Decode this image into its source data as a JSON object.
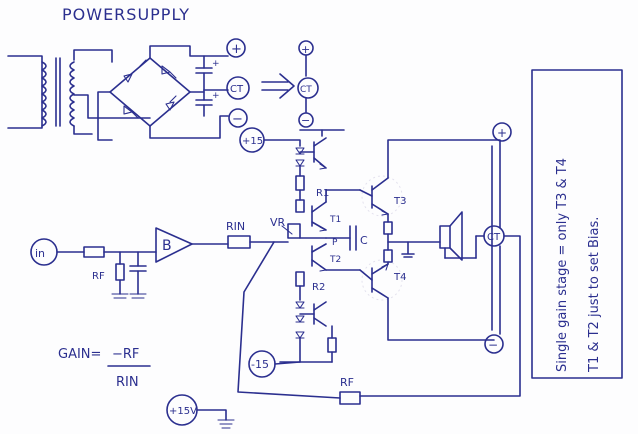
{
  "title": "POWERSUPPLY",
  "labels": {
    "plus": "+",
    "minus": "−",
    "ct": "CT",
    "plus15": "+15",
    "minus15": "-15",
    "plus15v": "+15V",
    "input": "in",
    "rf_left": "RF",
    "buffer": "B",
    "rin": "RIN",
    "vr": "VR",
    "t1": "T1",
    "t2": "T2",
    "t3": "T3",
    "t4": "T4",
    "r1": "R1",
    "r2": "R2",
    "p": "P",
    "c": "C",
    "rf_feedback": "RF",
    "gain_label": "GAIN=",
    "gain_numerator": "−RF",
    "gain_denominator": "RIN"
  },
  "note": {
    "line1": "Single gain stage = only T3 & T4",
    "line2": "T1 & T2 just to set Bias."
  },
  "colors": {
    "ink": "#2b2f8f",
    "paper": "#fdfdfe"
  }
}
